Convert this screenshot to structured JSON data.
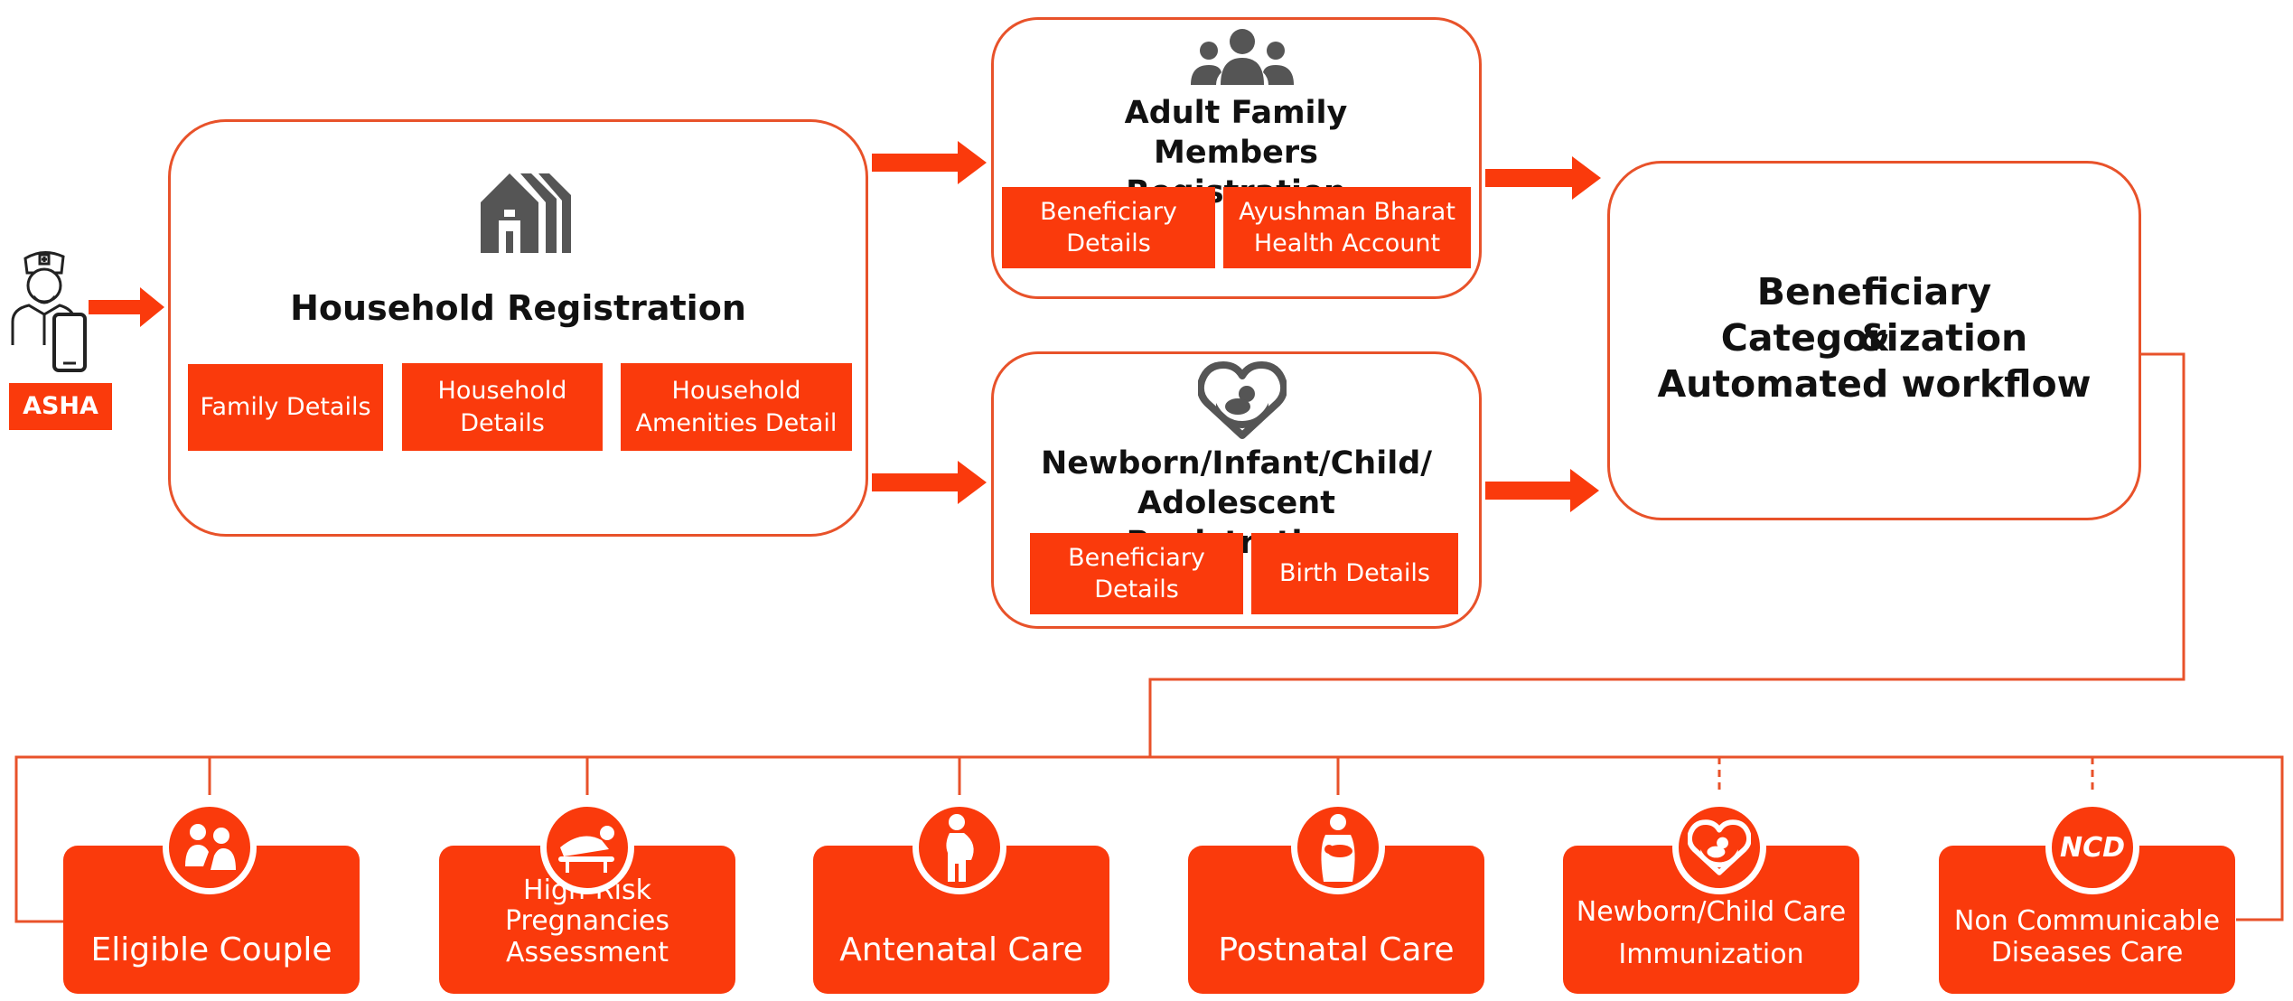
{
  "asha": {
    "label": "ASHA"
  },
  "household": {
    "title": "Household Registration",
    "items": [
      "Family Details",
      "Household Details",
      "Household Amenities Detail"
    ]
  },
  "adult": {
    "title": "Adult Family Members Registration",
    "items": [
      "Beneficiary Details",
      "Ayushman Bharat Health Account"
    ]
  },
  "newborn": {
    "title": "Newborn/Infant/Child/ Adolescent Registration",
    "items": [
      "Beneficiary Details",
      "Birth Details"
    ]
  },
  "categorization": {
    "line1": "Beneficiary Categorization",
    "line2": "&",
    "line3": "Automated workflow"
  },
  "care": [
    {
      "label": "Eligible Couple",
      "icon": "couple-icon"
    },
    {
      "label": "High-Risk Pregnancies Assessment",
      "icon": "pregnancy-risk-icon"
    },
    {
      "label": "Antenatal Care",
      "icon": "pregnant-woman-icon"
    },
    {
      "label": "Postnatal Care",
      "icon": "mother-baby-icon"
    },
    {
      "label": "Newborn/Child Care Immunization",
      "icon": "child-care-icon"
    },
    {
      "label": "Non Communicable Diseases Care",
      "icon": "ncd-icon",
      "icon_text": "NCD"
    }
  ],
  "colors": {
    "accent": "#fa3a0c",
    "border": "#e8522a",
    "icon_gray": "#555555"
  }
}
